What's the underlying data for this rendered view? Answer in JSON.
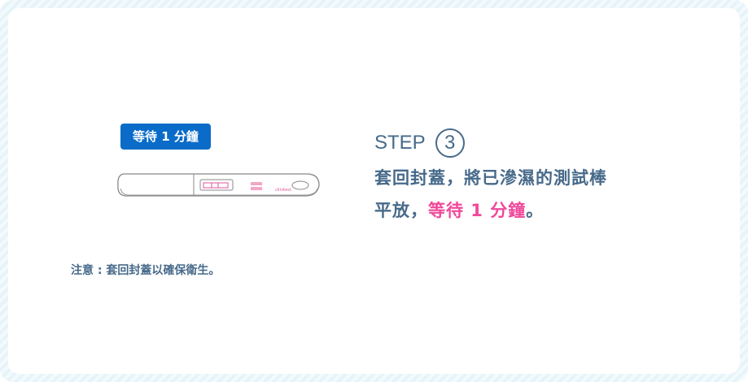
{
  "badge": "等待 1 分鐘",
  "step": {
    "label": "STEP",
    "number": "3"
  },
  "instruction": {
    "line1": "套回封蓋，將已滲濕的測試棒",
    "line2_prefix": "平放，",
    "line2_highlight": "等待 1 分鐘",
    "line2_suffix": "。"
  },
  "note": "注意 : 套回封蓋以確保衛生。",
  "colors": {
    "text": "#476a8a",
    "accent": "#f0489a",
    "badge": "#0a6cc8"
  }
}
